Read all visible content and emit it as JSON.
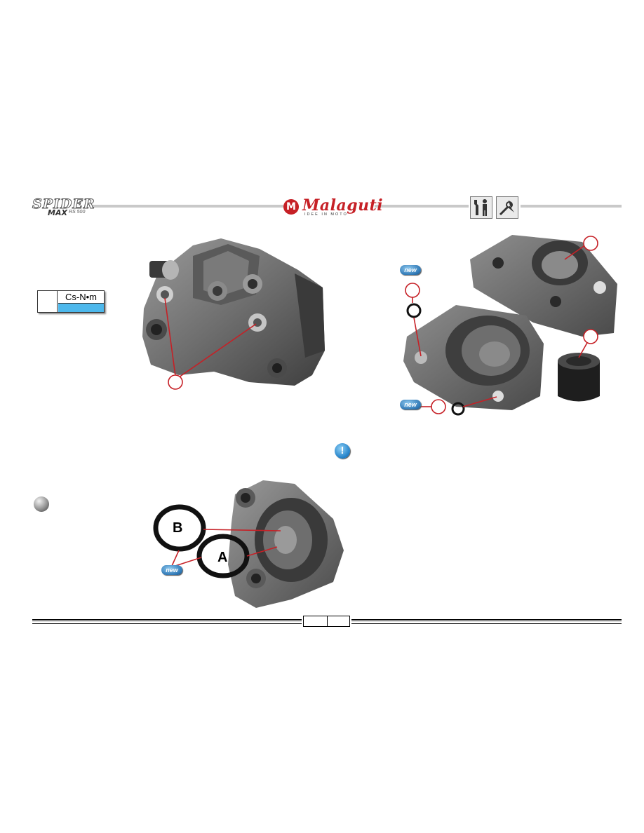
{
  "header": {
    "model_logo": {
      "line1": "SPIDER",
      "line2": "MAX",
      "line3": "RS 500"
    },
    "brand": {
      "name": "Malaguti",
      "tagline": "IDEE IN MOTO"
    },
    "icons": [
      "tools-technician-icon",
      "wrench-spark-icon"
    ]
  },
  "torque_box": {
    "unit": "Cs-N•m",
    "accent_color": "#4db8ec"
  },
  "photo_caliper": {
    "callout_count": 1
  },
  "photo_halves": {
    "badges": [
      "new",
      "new"
    ],
    "callout_count": 4
  },
  "photo_seals": {
    "label_b": "B",
    "label_a": "A",
    "badge": "new"
  },
  "colors": {
    "callout": "#c62026",
    "badge": "#2f78b5",
    "header_line": "#c9c9c9"
  }
}
